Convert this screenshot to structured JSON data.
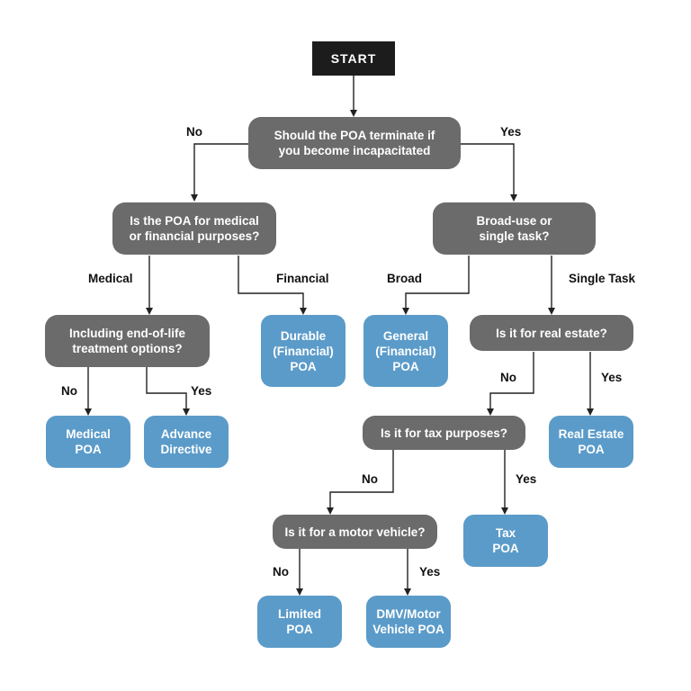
{
  "nodes": {
    "start": "START",
    "q_terminate": "Should the POA terminate if\nyou become incapacitated",
    "q_medical_financial": "Is the POA for medical\nor financial purposes?",
    "q_broad_single": "Broad-use or\nsingle task?",
    "q_end_of_life": "Including end-of-life\ntreatment options?",
    "r_durable": "Durable\n(Financial)\nPOA",
    "r_general": "General\n(Financial)\nPOA",
    "q_real_estate": "Is it for real estate?",
    "r_medical": "Medical\nPOA",
    "r_advance": "Advance\nDirective",
    "q_tax": "Is it for tax purposes?",
    "r_real_estate": "Real Estate\nPOA",
    "q_motor": "Is it for a motor vehicle?",
    "r_tax": "Tax\nPOA",
    "r_limited": "Limited\nPOA",
    "r_dmv": "DMV/Motor\nVehicle POA"
  },
  "labels": {
    "no1": "No",
    "yes1": "Yes",
    "medical": "Medical",
    "financial": "Financial",
    "broad": "Broad",
    "single_task": "Single Task",
    "no_eol": "No",
    "yes_eol": "Yes",
    "no_re": "No",
    "yes_re": "Yes",
    "no_tax": "No",
    "yes_tax": "Yes",
    "no_motor": "No",
    "yes_motor": "Yes"
  },
  "colors": {
    "start": "#1c1c1c",
    "question": "#6b6b6b",
    "result": "#5b9bc9",
    "connector": "#222222"
  }
}
